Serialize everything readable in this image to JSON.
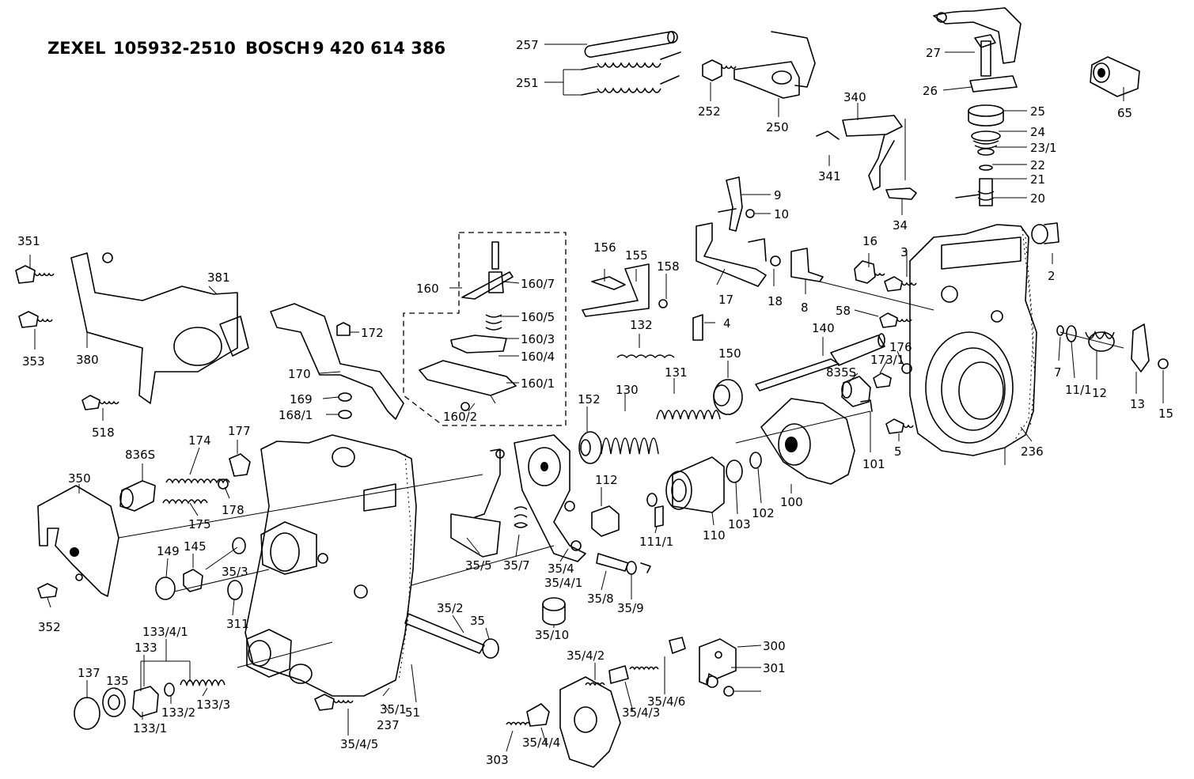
{
  "header": {
    "brand1": "ZEXEL",
    "number1": "105932-2510",
    "brand2": "BOSCH",
    "number2": "9 420 614 386"
  },
  "labels": [
    "257",
    "251",
    "252",
    "250",
    "27",
    "26",
    "25",
    "24",
    "23/1",
    "22",
    "21",
    "20",
    "65",
    "340",
    "341",
    "34",
    "9",
    "10",
    "351",
    "381",
    "353",
    "380",
    "518",
    "160",
    "160/7",
    "160/5",
    "160/3",
    "160/4",
    "160/1",
    "160/2",
    "172",
    "170",
    "169",
    "168/1",
    "156",
    "155",
    "158",
    "132",
    "17",
    "18",
    "8",
    "4",
    "16",
    "3",
    "58",
    "2",
    "140",
    "176",
    "173/1",
    "835S",
    "150",
    "131",
    "130",
    "152",
    "7",
    "11/1",
    "12",
    "13",
    "15",
    "101",
    "5",
    "236",
    "836S",
    "174",
    "177",
    "175",
    "178",
    "350",
    "149",
    "145",
    "35/3",
    "311",
    "352",
    "133/4/1",
    "133",
    "135",
    "137",
    "133/1",
    "133/2",
    "133/3",
    "35/5",
    "35/7",
    "35/4",
    "35/4/1",
    "35/8",
    "35/9",
    "35/10",
    "112",
    "111/1",
    "110",
    "103",
    "102",
    "100",
    "35/2",
    "35",
    "35/1",
    "237",
    "51",
    "35/4/5",
    "35/4/2",
    "35/4/6",
    "35/4/3",
    "35/4/4",
    "303",
    "300",
    "301"
  ]
}
